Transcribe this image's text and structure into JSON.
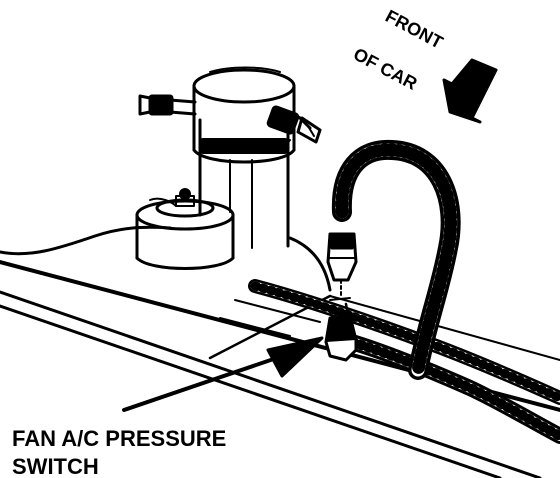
{
  "diagram": {
    "orientation_label": {
      "line1": "FRONT",
      "line2": "OF CAR"
    },
    "component_label": {
      "line1": "FAN A/C PRESSURE",
      "line2": "SWITCH"
    }
  },
  "colors": {
    "ink": "#000000",
    "paper": "#ffffff"
  }
}
